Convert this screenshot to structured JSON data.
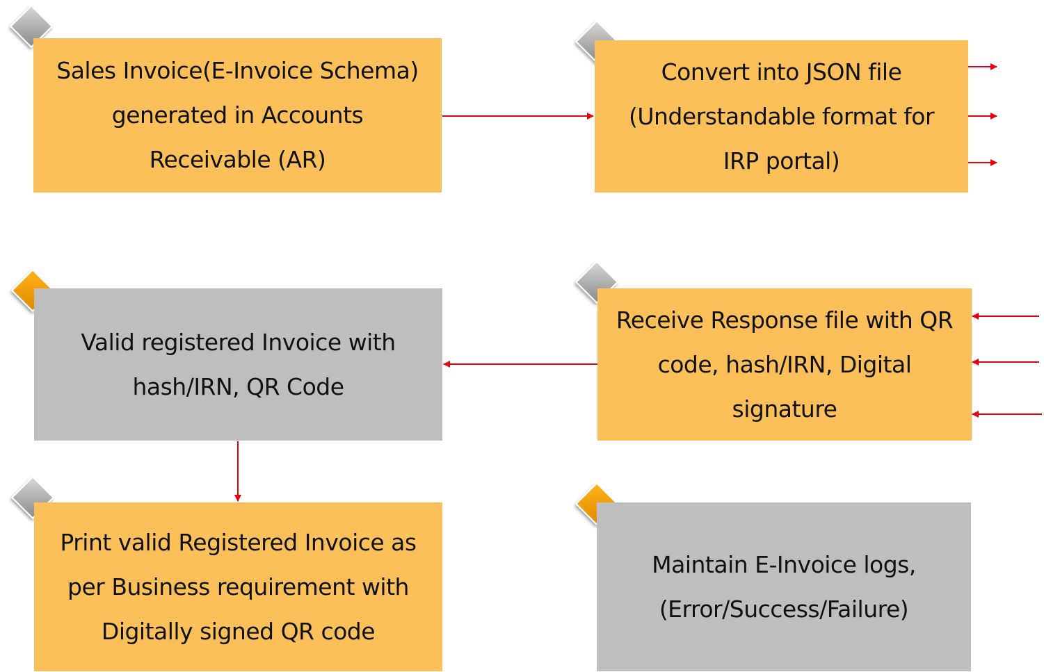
{
  "diagram": {
    "nodes": [
      {
        "id": "sales-invoice",
        "text": "Sales Invoice(E-Invoice Schema)\ngenerated in  Accounts\nReceivable (AR)"
      },
      {
        "id": "convert-json",
        "text": "Convert into JSON file\n(Understandable format for\nIRP portal)"
      },
      {
        "id": "valid-invoice",
        "text": "Valid registered Invoice with\nhash/IRN, QR Code"
      },
      {
        "id": "receive-response",
        "text": "Receive Response file with QR\ncode, hash/IRN, Digital\nsignature"
      },
      {
        "id": "print-invoice",
        "text": "Print valid Registered Invoice as\nper Business requirement with\nDigitally signed QR code"
      },
      {
        "id": "maintain-logs",
        "text": "Maintain E-Invoice logs,\n(Error/Success/Failure)"
      }
    ],
    "edges": [
      {
        "from": "sales-invoice",
        "to": "convert-json"
      },
      {
        "from": "receive-response",
        "to": "valid-invoice"
      },
      {
        "from": "valid-invoice",
        "to": "print-invoice"
      }
    ],
    "colors": {
      "box_orange": "#FBC05A",
      "box_gray": "#BEBEBE",
      "arrow": "#E8000B",
      "marker_gray": "#A9A9A9",
      "marker_orange": "#F5A300"
    },
    "icons": {
      "marker_gray": "gray-diamond-icon",
      "marker_orange": "orange-diamond-icon"
    }
  }
}
